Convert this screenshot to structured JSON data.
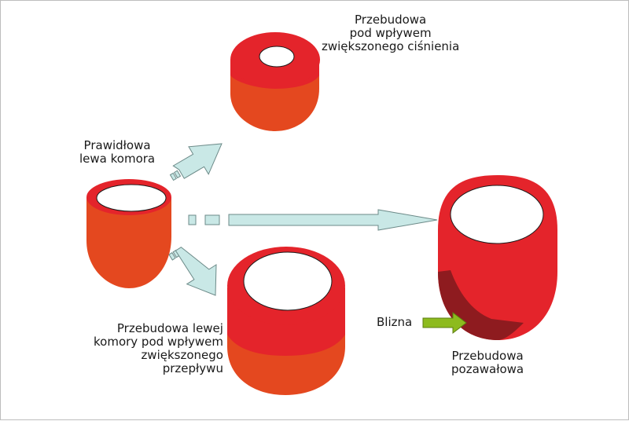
{
  "labels": {
    "normal": [
      "Prawidłowa",
      "lewa komora"
    ],
    "pressure": [
      "Przebudowa",
      "pod wpływem",
      "zwiększonego ciśnienia"
    ],
    "flow": [
      "Przebudowa lewej",
      "komory pod wpływem",
      "zwiększonego",
      "przepływu"
    ],
    "post_infarction": [
      "Przebudowa",
      "pozawałowa"
    ],
    "scar": "Blizna"
  },
  "colors": {
    "muscle_red": "#e4242b",
    "muscle_orange": "#e4481f",
    "scar": "#8e1b1f",
    "arrow_fill": "#c9e8e6",
    "arrow_stroke": "#6c8a88",
    "scar_arrow": "#8dbb1e"
  }
}
